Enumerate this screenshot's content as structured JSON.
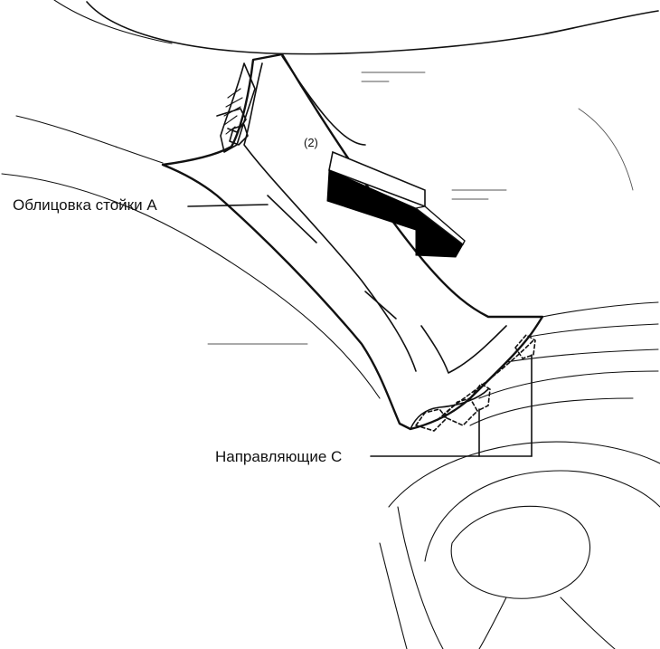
{
  "labels": {
    "pillar_trim": "Облицовка стойки A",
    "guides": "Направляющие C",
    "step": "(2)"
  },
  "colors": {
    "line": "#111111",
    "fill_arrow": "#000000",
    "background": "#ffffff"
  }
}
